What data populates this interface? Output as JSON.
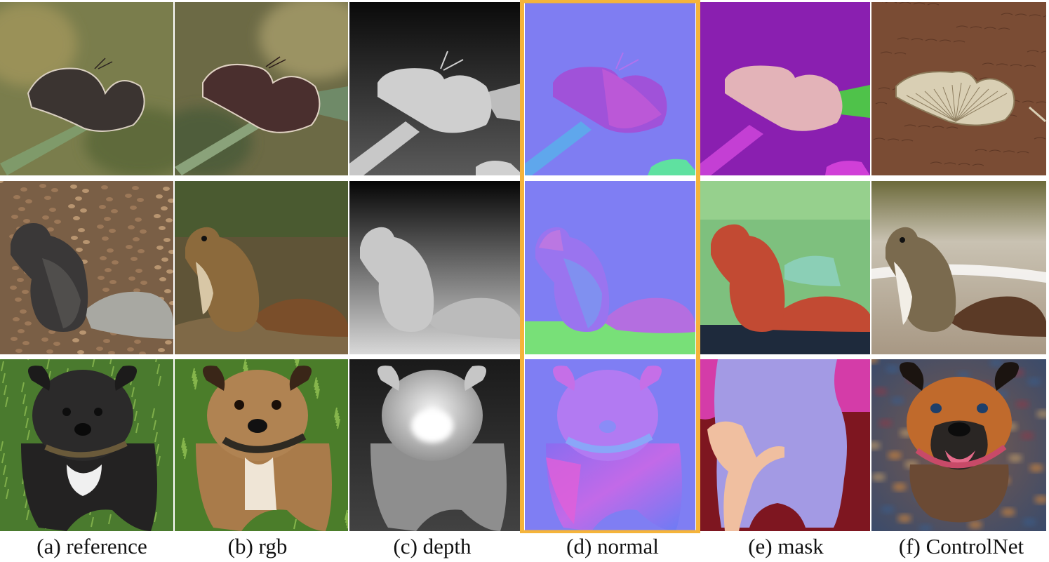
{
  "figure": {
    "columns": [
      {
        "key": "reference",
        "caption": "(a) reference"
      },
      {
        "key": "rgb",
        "caption": "(b) rgb"
      },
      {
        "key": "depth",
        "caption": "(c) depth"
      },
      {
        "key": "normal",
        "caption": "(d) normal"
      },
      {
        "key": "mask",
        "caption": "(e) mask"
      },
      {
        "key": "controlnet",
        "caption": "(f) ControlNet"
      }
    ],
    "rows": [
      {
        "key": "butterfly"
      },
      {
        "key": "squirrel"
      },
      {
        "key": "dog"
      }
    ],
    "highlight_column": "normal",
    "highlight_color": "#f5b43a"
  }
}
